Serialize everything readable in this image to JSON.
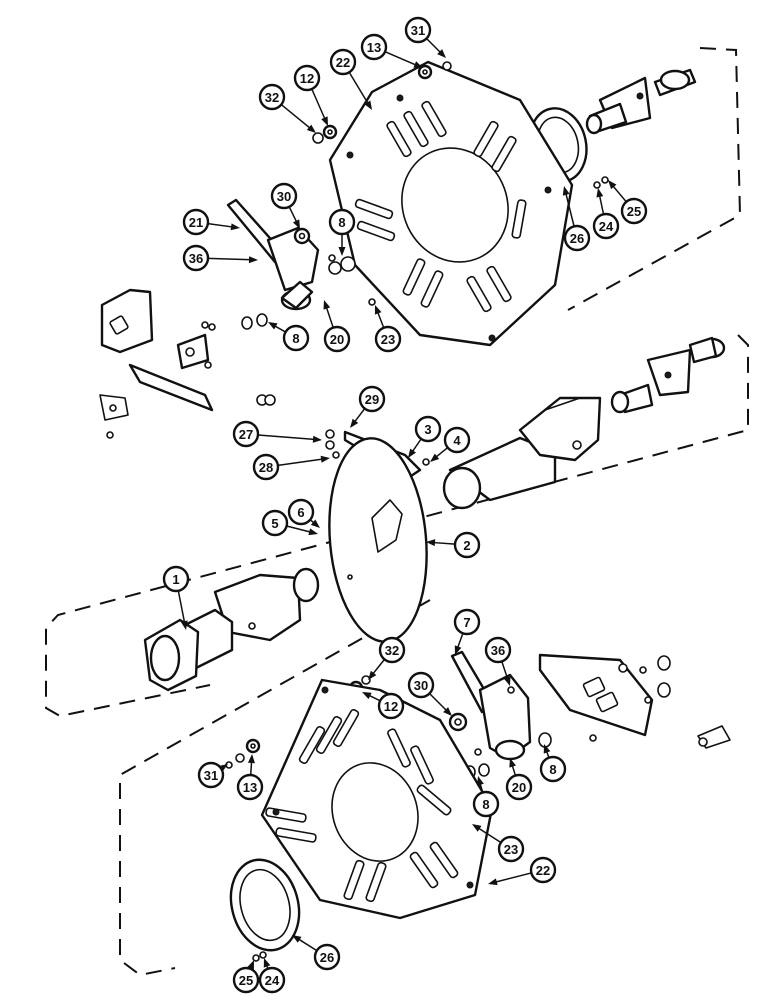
{
  "diagram": {
    "type": "exploded parts diagram",
    "callouts": [
      {
        "id": "31-top",
        "number": "31"
      },
      {
        "id": "13-top",
        "number": "13"
      },
      {
        "id": "22-top",
        "number": "22"
      },
      {
        "id": "12-top",
        "number": "12"
      },
      {
        "id": "32-top",
        "number": "32"
      },
      {
        "id": "30-top",
        "number": "30"
      },
      {
        "id": "21",
        "number": "21"
      },
      {
        "id": "8-top-a",
        "number": "8"
      },
      {
        "id": "36-top",
        "number": "36"
      },
      {
        "id": "8-top-b",
        "number": "8"
      },
      {
        "id": "20-top",
        "number": "20"
      },
      {
        "id": "23-top",
        "number": "23"
      },
      {
        "id": "26-top",
        "number": "26"
      },
      {
        "id": "24-top",
        "number": "24"
      },
      {
        "id": "25-top",
        "number": "25"
      },
      {
        "id": "29",
        "number": "29"
      },
      {
        "id": "27",
        "number": "27"
      },
      {
        "id": "3",
        "number": "3"
      },
      {
        "id": "4",
        "number": "4"
      },
      {
        "id": "28",
        "number": "28"
      },
      {
        "id": "6",
        "number": "6"
      },
      {
        "id": "5",
        "number": "5"
      },
      {
        "id": "2",
        "number": "2"
      },
      {
        "id": "1",
        "number": "1"
      },
      {
        "id": "7",
        "number": "7"
      },
      {
        "id": "32-bottom",
        "number": "32"
      },
      {
        "id": "36-bottom",
        "number": "36"
      },
      {
        "id": "30-bottom",
        "number": "30"
      },
      {
        "id": "12-bottom",
        "number": "12"
      },
      {
        "id": "31-bottom",
        "number": "31"
      },
      {
        "id": "13-bottom",
        "number": "13"
      },
      {
        "id": "8-bottom-a",
        "number": "8"
      },
      {
        "id": "20-bottom",
        "number": "20"
      },
      {
        "id": "8-bottom-b",
        "number": "8"
      },
      {
        "id": "23-bottom",
        "number": "23"
      },
      {
        "id": "22-bottom",
        "number": "22"
      },
      {
        "id": "26-bottom",
        "number": "26"
      },
      {
        "id": "25-bottom",
        "number": "25"
      },
      {
        "id": "24-bottom",
        "number": "24"
      }
    ]
  }
}
